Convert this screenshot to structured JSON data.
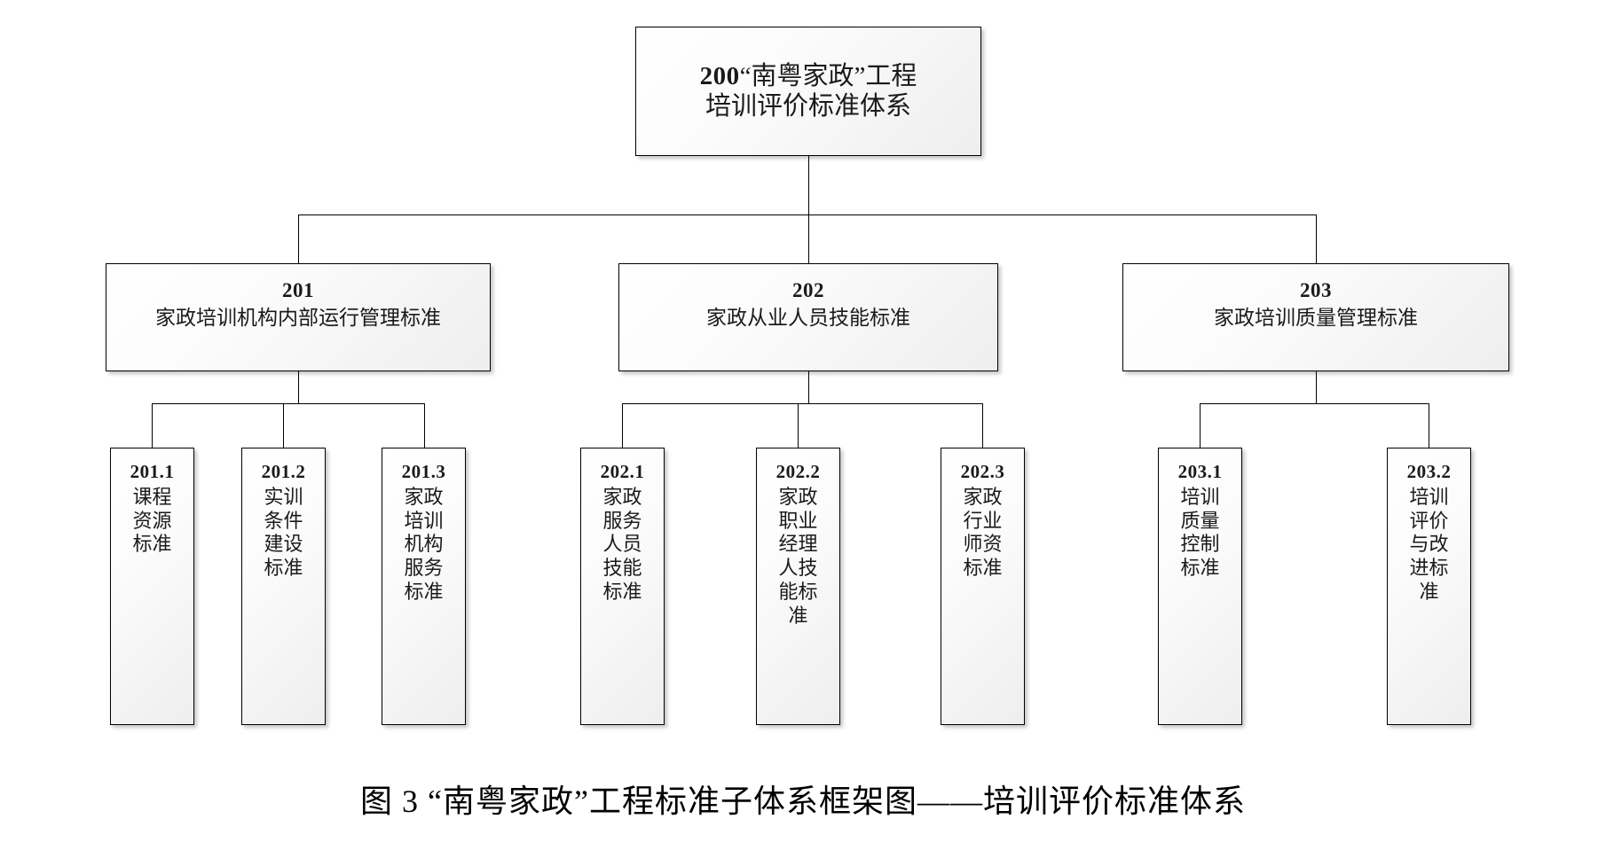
{
  "figure": {
    "caption": "图 3    “南粤家政”工程标准子体系框架图——培训评价标准体系"
  },
  "chart_data": {
    "type": "table",
    "title": "“南粤家政”工程标准子体系框架图——培训评价标准体系",
    "orientation": "top-down tree, 3 levels"
  },
  "tree": {
    "root": {
      "code": "200",
      "title_line1": "“南粤家政”工程",
      "title_line2": "培训评价标准体系"
    },
    "branches": [
      {
        "code": "201",
        "title": "家政培训机构内部运行管理标准",
        "children": [
          {
            "code": "201.1",
            "title": "课程资源标准"
          },
          {
            "code": "201.2",
            "title": "实训条件建设标准"
          },
          {
            "code": "201.3",
            "title": "家政培训机构服务标准"
          }
        ]
      },
      {
        "code": "202",
        "title": "家政从业人员技能标准",
        "children": [
          {
            "code": "202.1",
            "title": "家政服务人员技能标准"
          },
          {
            "code": "202.2",
            "title": "家政职业经理人技能标准"
          },
          {
            "code": "202.3",
            "title": "家政行业师资标准"
          }
        ]
      },
      {
        "code": "203",
        "title": "家政培训质量管理标准",
        "children": [
          {
            "code": "203.1",
            "title": "培训质量控制标准"
          },
          {
            "code": "203.2",
            "title": "培训评价与改进标准"
          }
        ]
      }
    ]
  },
  "colors": {
    "box_border": "#000000",
    "box_fill_light": "#ffffff",
    "box_fill_dark": "#eeeeee",
    "connector": "#000000",
    "text": "#1a1a1a"
  }
}
